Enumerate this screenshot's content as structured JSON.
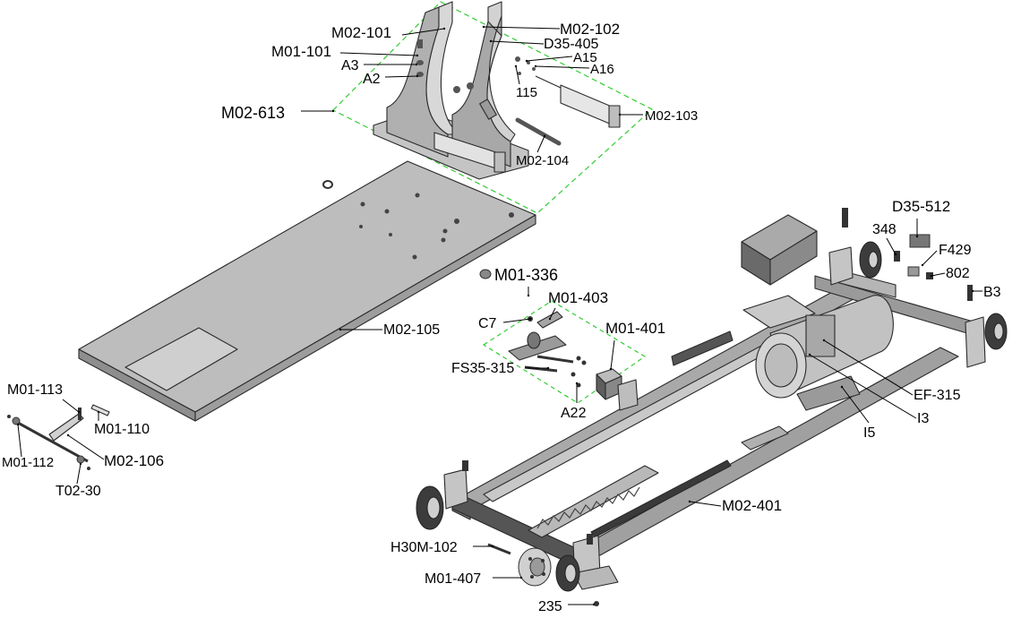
{
  "diagram": {
    "type": "exploded-parts-diagram",
    "colors": {
      "background": "#ffffff",
      "part_fill": "#b9b9b9",
      "part_fill_light": "#d6d6d6",
      "part_fill_dark": "#8a8a8a",
      "outline": "#2a2a2a",
      "leader": "#000000",
      "assembly_group_dash": "#33cc33"
    },
    "labels": [
      {
        "id": "m02-101",
        "text": "M02-101"
      },
      {
        "id": "m02-102",
        "text": "M02-102"
      },
      {
        "id": "m01-101",
        "text": "M01-101"
      },
      {
        "id": "d35-405",
        "text": "D35-405"
      },
      {
        "id": "a3",
        "text": "A3"
      },
      {
        "id": "a15",
        "text": "A15"
      },
      {
        "id": "a16",
        "text": "A16"
      },
      {
        "id": "a2",
        "text": "A2"
      },
      {
        "id": "115",
        "text": "115"
      },
      {
        "id": "m02-613",
        "text": "M02-613"
      },
      {
        "id": "m02-103",
        "text": "M02-103"
      },
      {
        "id": "m02-104",
        "text": "M02-104"
      },
      {
        "id": "d35-512",
        "text": "D35-512"
      },
      {
        "id": "348",
        "text": "348"
      },
      {
        "id": "f429",
        "text": "F429"
      },
      {
        "id": "802",
        "text": "802"
      },
      {
        "id": "b3",
        "text": "B3"
      },
      {
        "id": "m01-336",
        "text": "M01-336"
      },
      {
        "id": "m01-403",
        "text": "M01-403"
      },
      {
        "id": "c7",
        "text": "C7"
      },
      {
        "id": "m01-401",
        "text": "M01-401"
      },
      {
        "id": "m02-105",
        "text": "M02-105"
      },
      {
        "id": "fs35-315",
        "text": "FS35-315"
      },
      {
        "id": "ef-315",
        "text": "EF-315"
      },
      {
        "id": "a22",
        "text": "A22"
      },
      {
        "id": "i3",
        "text": "I3"
      },
      {
        "id": "i5",
        "text": "I5"
      },
      {
        "id": "m01-113",
        "text": "M01-113"
      },
      {
        "id": "m01-110",
        "text": "M01-110"
      },
      {
        "id": "m01-112",
        "text": "M01-112"
      },
      {
        "id": "m02-106",
        "text": "M02-106"
      },
      {
        "id": "t02-30",
        "text": "T02-30"
      },
      {
        "id": "m02-401",
        "text": "M02-401"
      },
      {
        "id": "h30m-102",
        "text": "H30M-102"
      },
      {
        "id": "m01-407",
        "text": "M01-407"
      },
      {
        "id": "235",
        "text": "235"
      }
    ]
  }
}
